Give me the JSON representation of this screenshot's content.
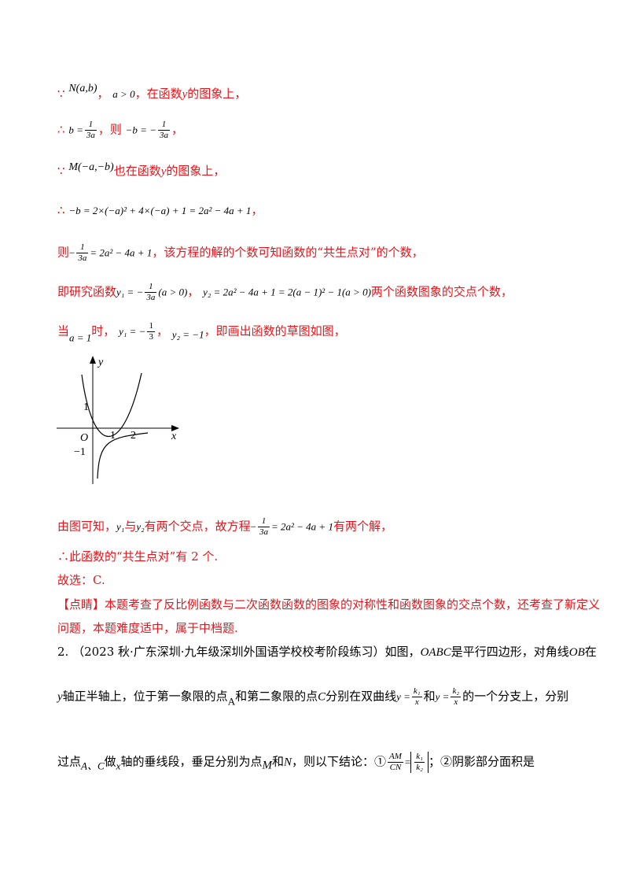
{
  "lines": {
    "l1": {
      "because": "∵",
      "math1": "N(a,b)",
      "sep": "，",
      "math2": "a > 0",
      "text": "，在函数",
      "var": "y",
      "text2": "的图象上，"
    },
    "l2": {
      "therefore": "∴",
      "math1": "b =",
      "num1": "1",
      "den1": "3a",
      "text": "，则",
      "math2": "−b = −",
      "num2": "1",
      "den2": "3a",
      "end": "，"
    },
    "l3": {
      "because": "∵",
      "math1": "M(−a,−b)",
      "text": "也在函数",
      "var": "y",
      "text2": "的图象上，"
    },
    "l4": {
      "therefore": "∴",
      "math": "−b = 2×(−a)² + 4×(−a) + 1 = 2a² − 4a + 1",
      "end": "，"
    },
    "l5": {
      "text1": "则",
      "math_pre": "−",
      "num": "1",
      "den": "3a",
      "math_post": "= 2a² − 4a + 1",
      "text2": "，该方程的解的个数可知函数的“共生点对”的个数，"
    },
    "l6": {
      "text1": "即研究函数",
      "y1": "y₁ = −",
      "num": "1",
      "den": "3a",
      "cond": "(a > 0)",
      "sep": "，",
      "y2": "y₂ = 2a² − 4a + 1 = 2(a − 1)² − 1(a > 0)",
      "text2": "两个函数图象的交点个数，"
    },
    "l7": {
      "text1": "当",
      "cond": "a = 1",
      "text2": "时，",
      "y1": "y₁ = −",
      "num": "1",
      "den": "3",
      "sep": "，",
      "y2": "y₂ = −1",
      "text3": "，即画出函数的草图如图，"
    },
    "l8": {
      "text1": "由图可知，",
      "y1": "y₁",
      "and": "与",
      "y2": "y₂",
      "text2": "有两个交点，故方程",
      "pre": "−",
      "num": "1",
      "den": "3a",
      "post": "= 2a² − 4a + 1",
      "text3": "有两个解，"
    },
    "l9": {
      "text": "∴此函数的“共生点对”有 2 个."
    },
    "l10": {
      "text": "故选：C."
    },
    "l11": {
      "text": "【点睛】本题考查了反比例函数与二次函数函数的图象的对称性和函数图象的交点个数，还考查了新定义"
    },
    "l12": {
      "text": "问题，本题难度适中，属于中档题."
    },
    "l13": {
      "text1": "2.  （2023 秋·广东深圳·九年级深圳外国语学校校考阶段练习）如图，",
      "m1": "OABC",
      "text2": "是平行四边形，对角线",
      "m2": "OB",
      "text3": "在"
    },
    "l14": {
      "m1": "y",
      "text1": "轴正半轴上，位于第一象限的点",
      "m2": "A",
      "text2": "和第二象限的点",
      "m3": "C",
      "text3": "分别在双曲线",
      "m4": "y =",
      "num1": "k₁",
      "den1": "x",
      "text4": "和",
      "m5": "y =",
      "num2": "k₂",
      "den2": "x",
      "text5": "的一个分支上，分别"
    },
    "l15": {
      "text1": "过点",
      "m1": "A、C",
      "text2": "做",
      "m2": "x",
      "text3": "轴的垂线段，垂足分别为点",
      "m3": "M",
      "text4": "和",
      "m4": "N",
      "text5": "，则以下结论：①",
      "num1": "AM",
      "den1": "CN",
      "eq": "=",
      "num2": "k₁",
      "den2": "k₂",
      "text6": "；②阴影部分面积是"
    }
  },
  "graph": {
    "y_axis_label": "y",
    "x_axis_label": "x",
    "origin_label": "O",
    "tick_y1": "1",
    "tick_ym1": "−1",
    "tick_x1": "1",
    "tick_x2": "2"
  },
  "colors": {
    "highlight": "#e8141b",
    "text": "#000000"
  }
}
